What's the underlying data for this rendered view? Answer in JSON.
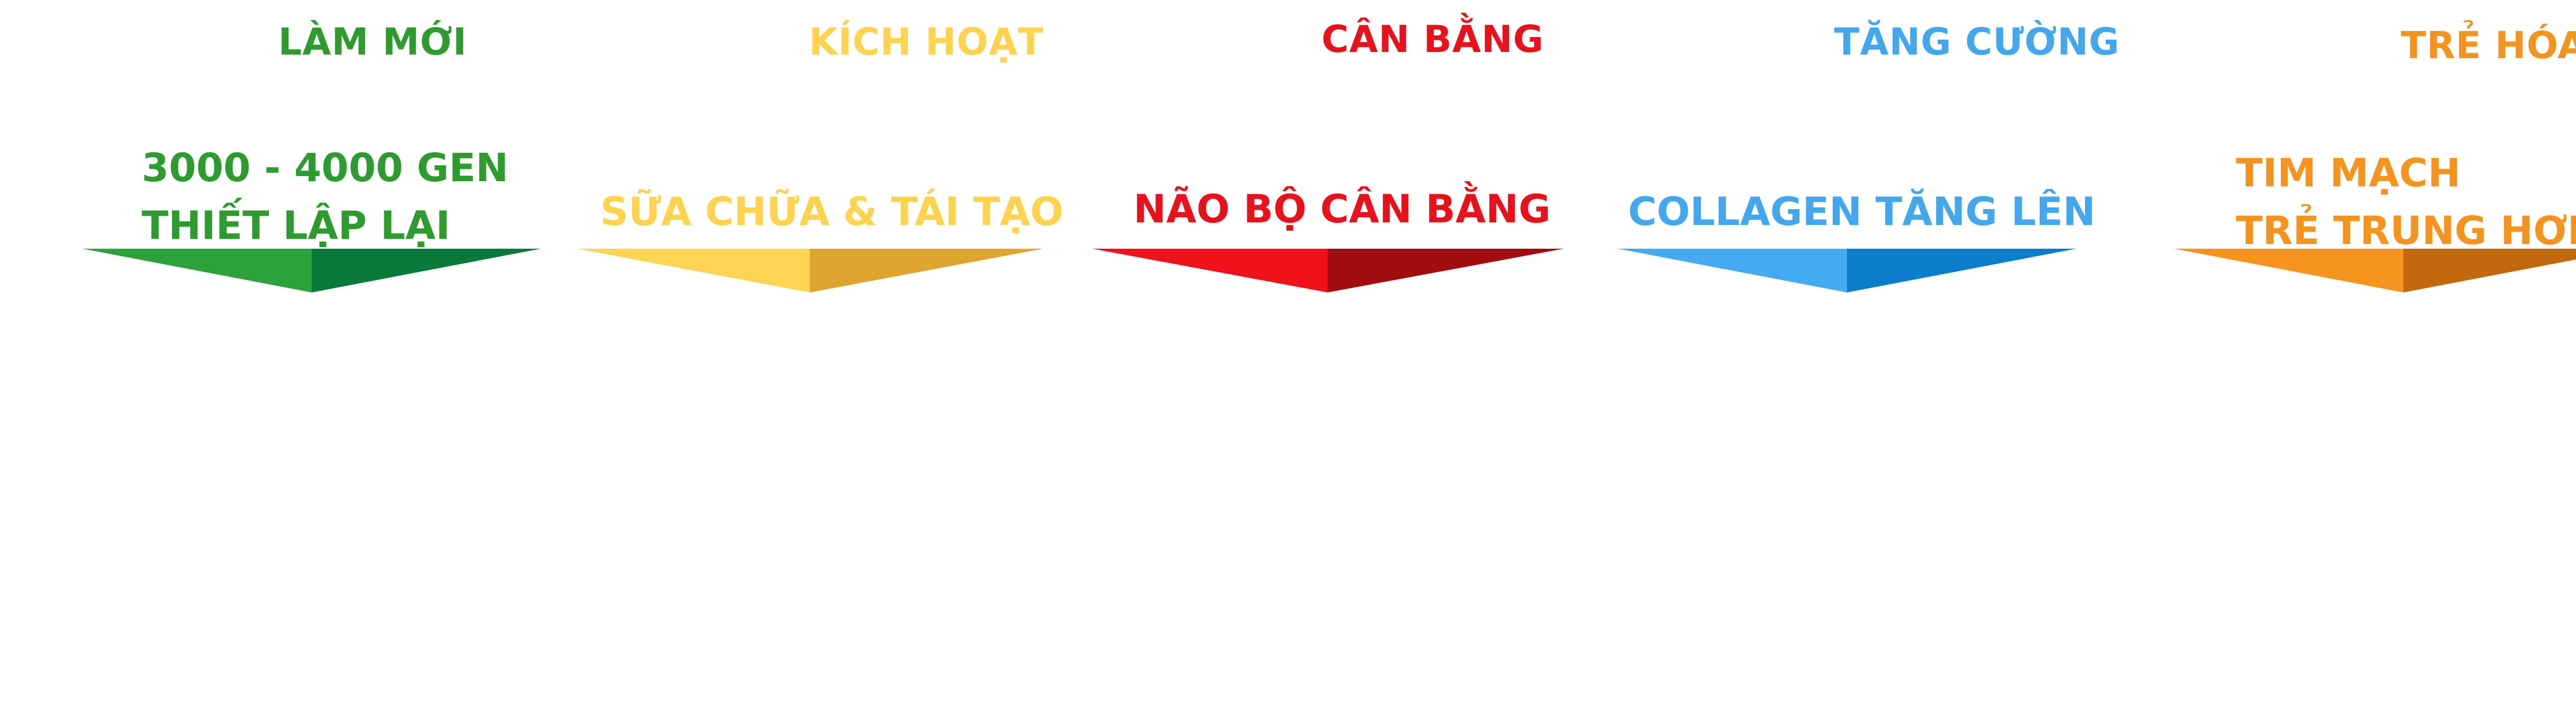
{
  "stages": [
    {
      "title": "LÀM MỚI",
      "lines": [
        "3000 - 4000 GEN",
        "THIẾT LẬP LẠI"
      ],
      "color": "#2e9b2e",
      "arrow_light": "#2ea23a",
      "arrow_dark": "#0a7a3a"
    },
    {
      "title": "KÍCH HOẠT",
      "lines": [
        "SỮA CHỮA  & TÁI TẠO"
      ],
      "color": "#ffd34d",
      "arrow_light": "#ffd452",
      "arrow_dark": "#e0a531"
    },
    {
      "title": "CÂN BẰNG",
      "lines": [
        "NÃO BỘ CÂN BẰNG"
      ],
      "color": "#e8121c",
      "arrow_light": "#f0121b",
      "arrow_dark": "#a10c0f"
    },
    {
      "title": "TĂNG CƯỜNG",
      "lines": [
        "COLLAGEN TĂNG LÊN"
      ],
      "color": "#43a7ee",
      "arrow_light": "#44aaf2",
      "arrow_dark": "#0c7ccc"
    },
    {
      "title": "TRẺ HÓA",
      "lines": [
        "TIM MẠCH",
        "TRẺ TRUNG HƠN"
      ],
      "color": "#f4931e",
      "arrow_light": "#f7931f",
      "arrow_dark": "#c2680f"
    }
  ]
}
